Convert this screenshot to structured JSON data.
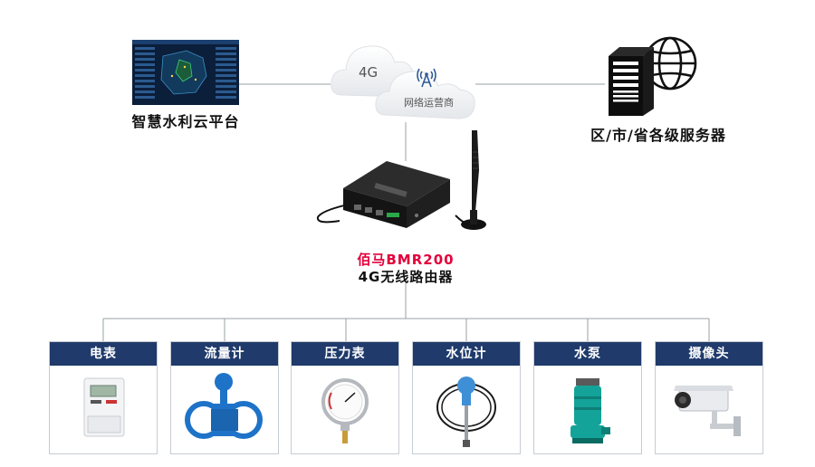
{
  "platform": {
    "label": "智慧水利云平台"
  },
  "cloud": {
    "network": "4G",
    "operator": "网络运营商"
  },
  "server": {
    "label": "区/市/省各级服务器"
  },
  "router": {
    "brand": "佰马BMR200",
    "model": "4G无线路由器"
  },
  "devices": [
    {
      "label": "电表",
      "icon": "electric-meter-icon"
    },
    {
      "label": "流量计",
      "icon": "flow-meter-icon"
    },
    {
      "label": "压力表",
      "icon": "pressure-gauge-icon"
    },
    {
      "label": "水位计",
      "icon": "water-level-meter-icon"
    },
    {
      "label": "水泵",
      "icon": "water-pump-icon"
    },
    {
      "label": "摄像头",
      "icon": "camera-icon"
    }
  ],
  "colors": {
    "card_header": "#1f3a6b",
    "brand_red": "#e3003b",
    "line": "#9aa0a6"
  }
}
